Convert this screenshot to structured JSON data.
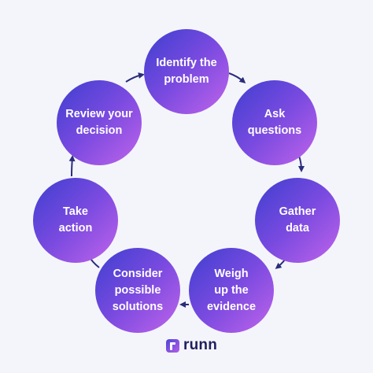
{
  "diagram": {
    "nodes": [
      {
        "id": "identify",
        "line1": "Identify the",
        "line2": "problem"
      },
      {
        "id": "ask",
        "line1": "Ask",
        "line2": "questions"
      },
      {
        "id": "gather",
        "line1": "Gather",
        "line2": "data"
      },
      {
        "id": "weigh",
        "line1": "Weigh",
        "line2": "up the",
        "line3": "evidence"
      },
      {
        "id": "consider",
        "line1": "Consider",
        "line2": "possible",
        "line3": "solutions"
      },
      {
        "id": "take",
        "line1": "Take",
        "line2": "action"
      },
      {
        "id": "review",
        "line1": "Review your",
        "line2": "decision"
      }
    ],
    "arrow_color": "#2b2c7a"
  },
  "logo": {
    "text": "runn"
  }
}
